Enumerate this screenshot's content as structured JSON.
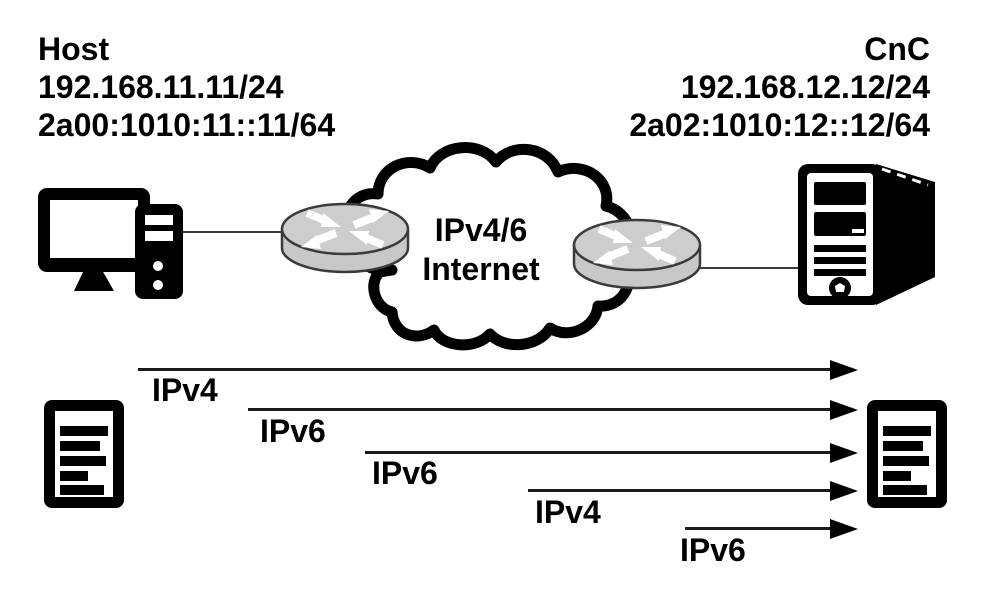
{
  "nodes": {
    "host": {
      "name": "Host",
      "ipv4": "192.168.11.11/24",
      "ipv6": "2a00:1010:11::11/64"
    },
    "cnc": {
      "name": "CnC",
      "ipv4": "192.168.12.12/24",
      "ipv6": "2a02:1010:12::12/64"
    },
    "cloud": {
      "line1": "IPv4/6",
      "line2": "Internet"
    }
  },
  "flows": [
    {
      "label": "IPv4",
      "direction": "host-to-cnc"
    },
    {
      "label": "IPv6",
      "direction": "host-to-cnc"
    },
    {
      "label": "IPv6",
      "direction": "host-to-cnc"
    },
    {
      "label": "IPv4",
      "direction": "host-to-cnc"
    },
    {
      "label": "IPv6",
      "direction": "host-to-cnc"
    }
  ],
  "icons": {
    "host_device": "desktop-computer-icon",
    "cnc_device": "server-tower-icon",
    "left_edge": "router-icon",
    "right_edge": "router-icon",
    "internet": "cloud-shape",
    "left_payload": "document-icon",
    "right_payload": "document-icon"
  },
  "colors": {
    "ink": "#000000",
    "line": "#3a3a3a",
    "arrow": "#1a1a1a",
    "router_fill": "#c8c8c8",
    "router_top": "#cdcdcd",
    "background": "#ffffff"
  }
}
